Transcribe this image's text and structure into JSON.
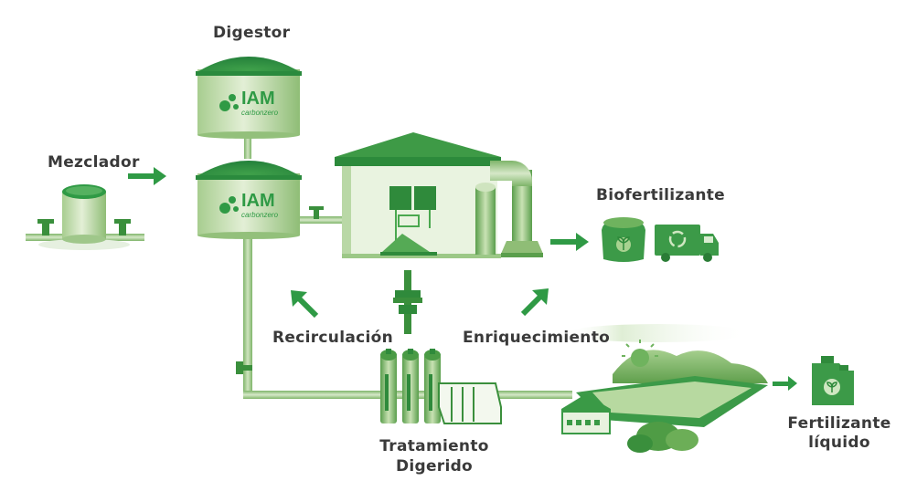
{
  "labels": {
    "digestor": "Digestor",
    "mezclador": "Mezclador",
    "biofertilizante": "Biofertilizante",
    "recirculacion": "Recirculación",
    "enriquecimiento": "Enriquecimiento",
    "tratamiento_line1": "Tratamiento",
    "tratamiento_line2": "Digerido",
    "fertilizante_line1": "Fertilizante",
    "fertilizante_line2": "líquido"
  },
  "logo": {
    "brand": "IAM",
    "tagline": "carbonzero"
  },
  "colors": {
    "green_dark": "#2e8b3e",
    "green_mid": "#4aa84f",
    "green_light": "#b9d8a6",
    "green_pale": "#dcebd0",
    "arrow": "#2f9a45",
    "text": "#3a3a3a"
  }
}
